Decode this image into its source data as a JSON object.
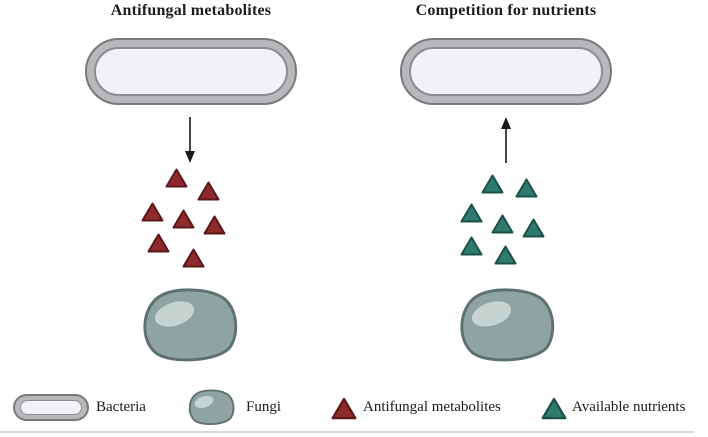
{
  "panels": [
    {
      "title": "Antifungal metabolites",
      "arrow_direction": "down",
      "particle": "antifungal-metabolite",
      "particle_count": 7
    },
    {
      "title": "Competition for nutrients",
      "arrow_direction": "up",
      "particle": "available-nutrient",
      "particle_count": 7
    }
  ],
  "legend": {
    "items": [
      {
        "icon": "bacteria-icon",
        "label": "Bacteria"
      },
      {
        "icon": "fungi-icon",
        "label": "Fungi"
      },
      {
        "icon": "antifungal-metabolite-icon",
        "label": "Antifungal metabolites"
      },
      {
        "icon": "available-nutrient-icon",
        "label": "Available nutrients"
      }
    ]
  },
  "colors": {
    "metabolite_fill": "#8e2a2c",
    "metabolite_stroke": "#5a1718",
    "nutrient_fill": "#2f7a6e",
    "nutrient_stroke": "#1c5048",
    "bacteria_ring": "#b9b6bc",
    "bacteria_interior": "#f3f1f6",
    "fungi_body": "#8fa4a2",
    "fungi_outline": "#5d7270",
    "fungi_highlight": "#ccd8d6",
    "arrow": "#1a1a1a"
  }
}
